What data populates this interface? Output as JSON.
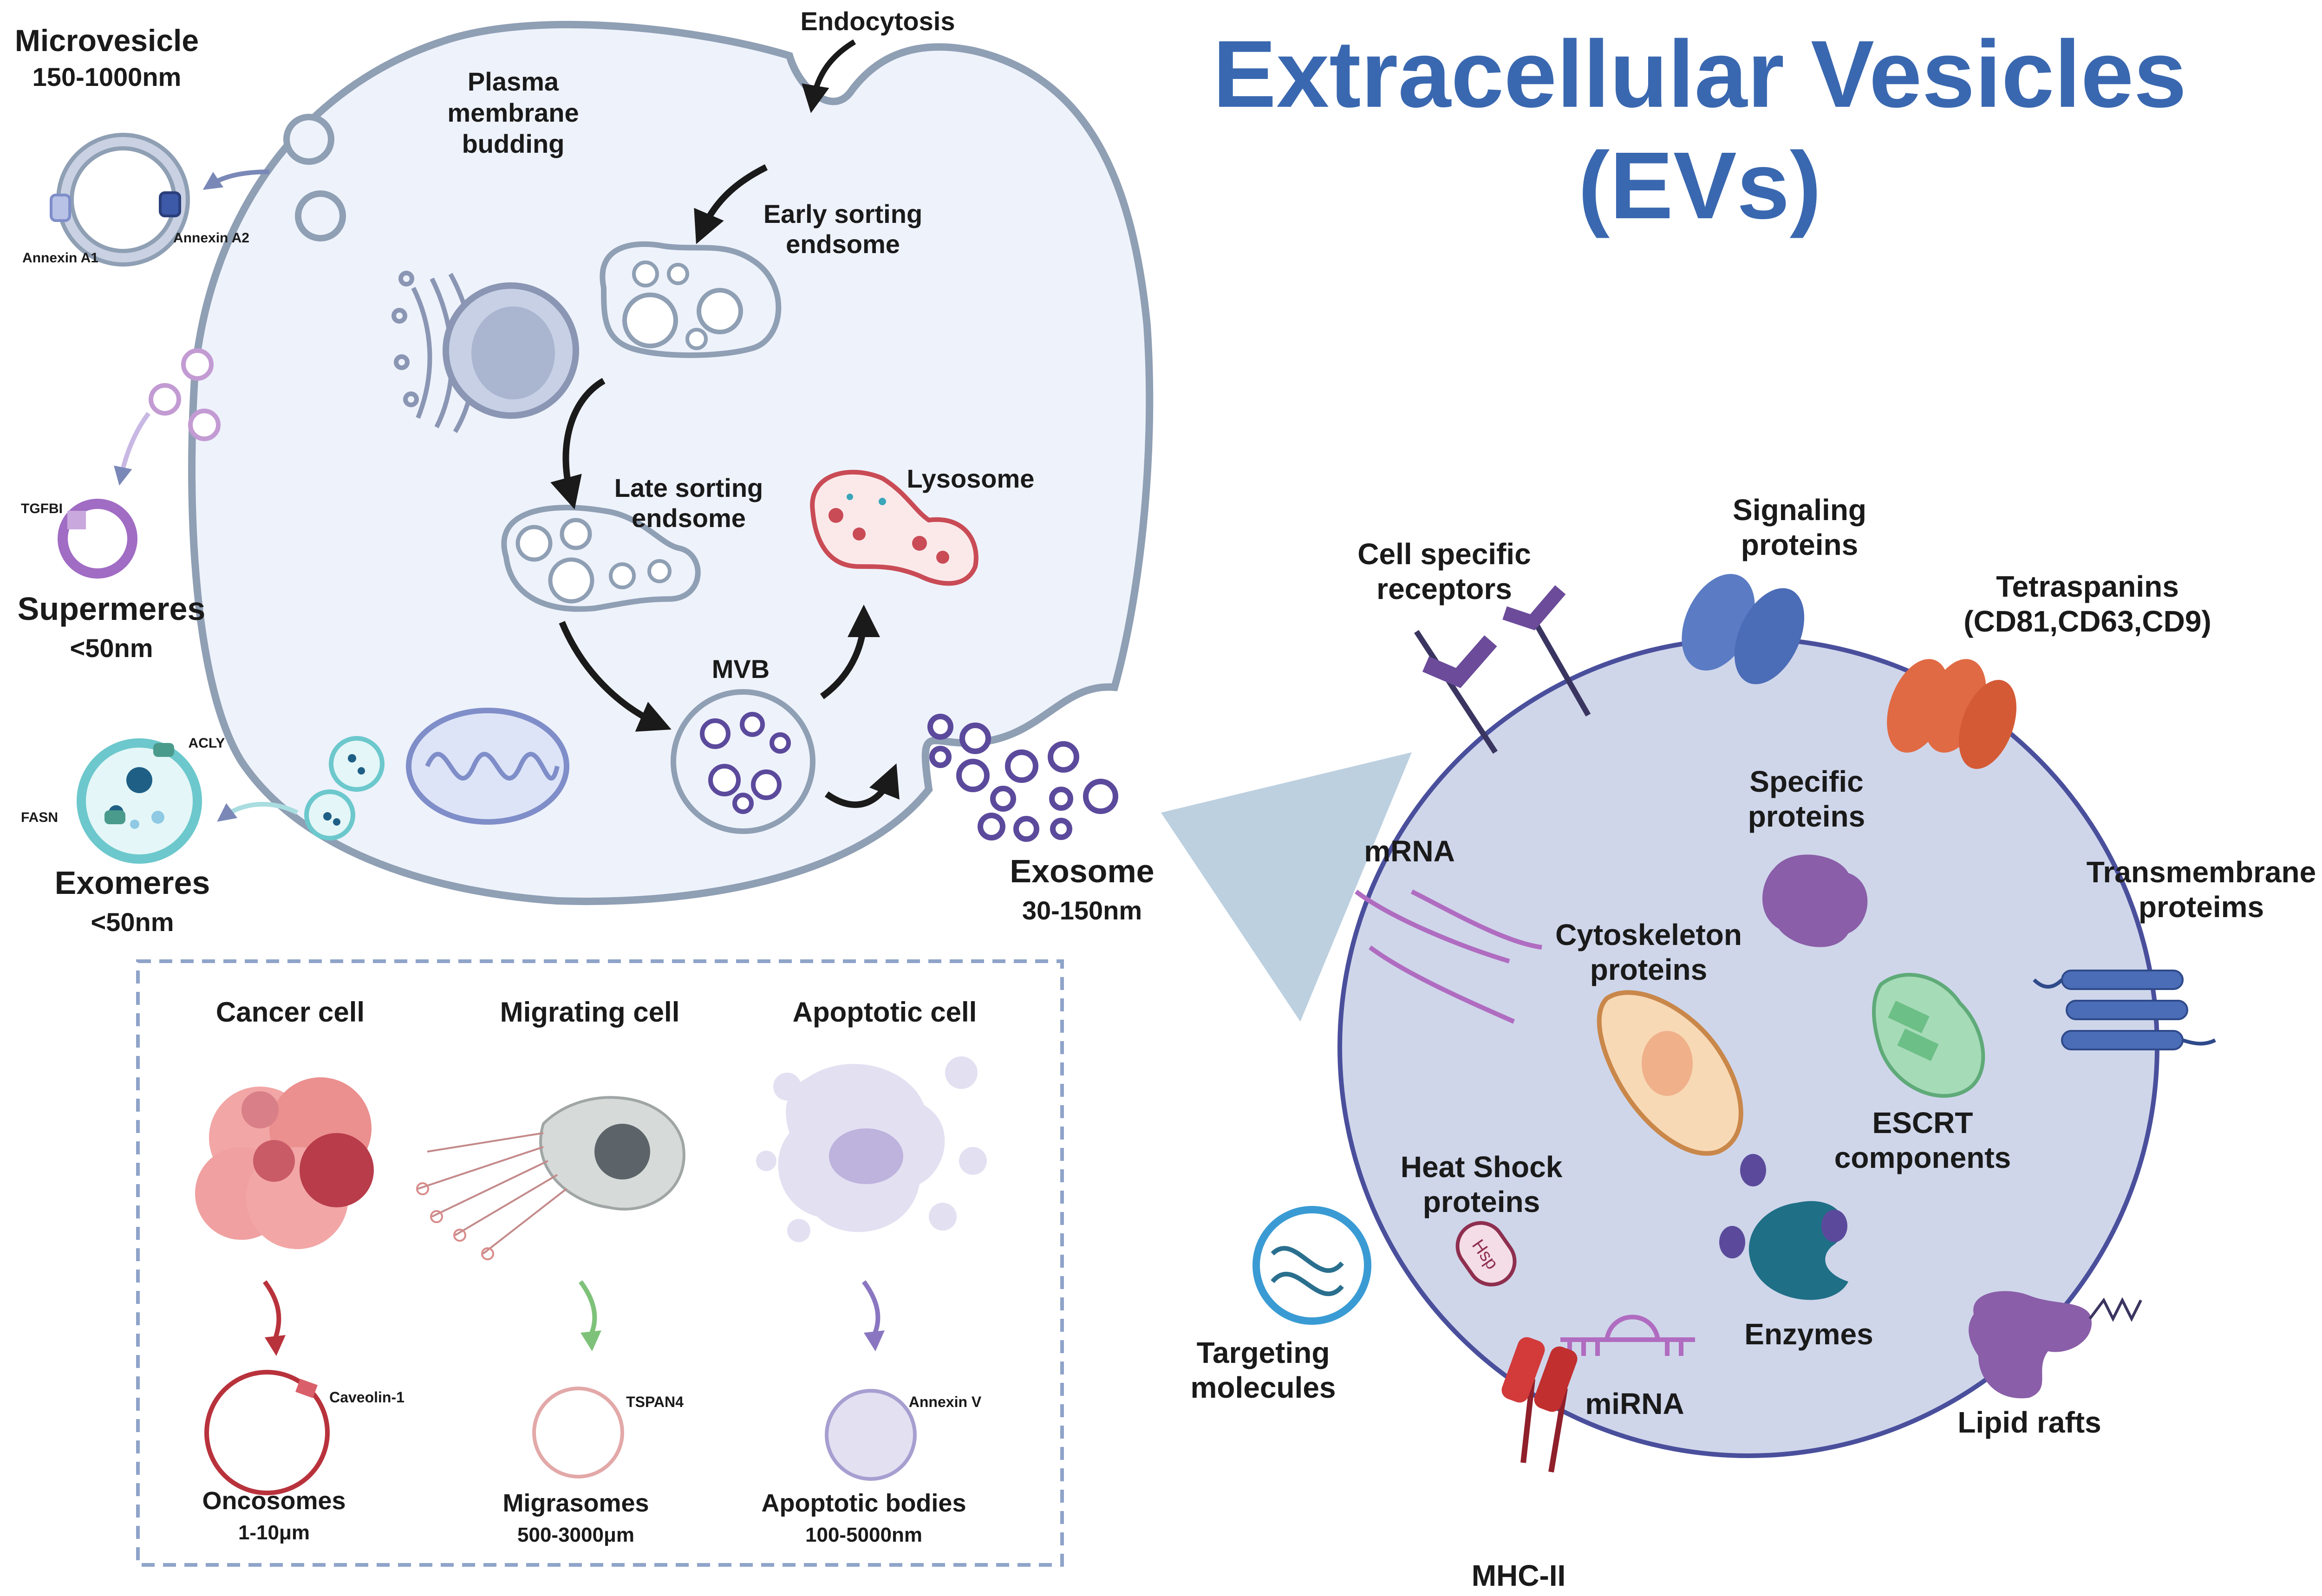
{
  "title": {
    "line1": "Extracellular Vesicles",
    "line2": "(EVs)"
  },
  "cell": {
    "endocytosis": "Endocytosis",
    "budding": [
      "Plasma",
      "membrane",
      "budding"
    ],
    "early": [
      "Early sorting",
      "endsome"
    ],
    "late": [
      "Late sorting",
      "endsome"
    ],
    "lysosome": "Lysosome",
    "mvb": "MVB"
  },
  "microvesicle": {
    "name": "Microvesicle",
    "size": "150-1000nm",
    "annexin_a1": "Annexin A1",
    "annexin_a2": "Annexin A2"
  },
  "supermeres": {
    "name": "Supermeres",
    "size": "<50nm",
    "marker": "TGFBI"
  },
  "exomeres": {
    "name": "Exomeres",
    "size": "<50nm",
    "marker1": "ACLY",
    "marker2": "FASN"
  },
  "exosome": {
    "name": "Exosome",
    "size": "30-150nm"
  },
  "panel": {
    "cancer": {
      "title": "Cancer cell",
      "name": "Oncosomes",
      "size": "1-10μm",
      "marker": "Caveolin-1"
    },
    "migrating": {
      "title": "Migrating cell",
      "name": "Migrasomes",
      "size": "500-3000μm",
      "marker": "TSPAN4"
    },
    "apoptotic": {
      "title": "Apoptotic cell",
      "name": "Apoptotic bodies",
      "size": "100-5000nm",
      "marker": "Annexin V"
    }
  },
  "ev": {
    "receptors": [
      "Cell specific",
      "receptors"
    ],
    "signaling": [
      "Signaling",
      "proteins"
    ],
    "tetraspanins": [
      "Tetraspanins",
      "(CD81,CD63,CD9)"
    ],
    "mrna": "mRNA",
    "specific": [
      "Specific",
      "proteins"
    ],
    "transmembrane": [
      "Transmembrane",
      "proteims"
    ],
    "cytoskeleton": [
      "Cytoskeleton",
      "proteins"
    ],
    "escrt": [
      "ESCRT",
      "components"
    ],
    "heatshock": [
      "Heat Shock",
      "proteins"
    ],
    "hsp": "Hsp",
    "targeting": [
      "Targeting",
      "molecules"
    ],
    "mirna": "miRNA",
    "enzymes": "Enzymes",
    "lipid": "Lipid rafts",
    "mhc": "MHC-II"
  },
  "colors": {
    "title": "#3a68b0",
    "cell_fill": "#eef2fb",
    "cell_stroke": "#8f9fb4",
    "ev_fill": "#cfd6ea",
    "ev_stroke": "#4a4f9c"
  }
}
